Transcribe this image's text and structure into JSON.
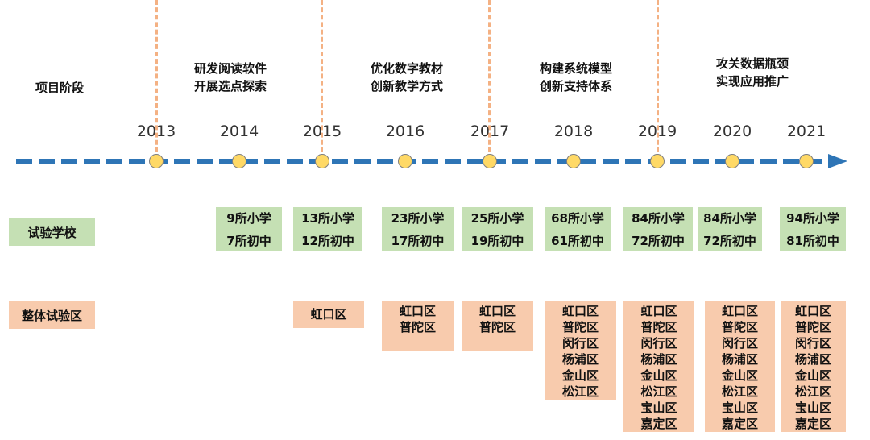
{
  "row_labels": {
    "phase": "项目阶段",
    "schools": "试验学校",
    "zones": "整体试验区"
  },
  "phases": [
    {
      "line1": "研发阅读软件",
      "line2": "开展选点探索"
    },
    {
      "line1": "优化数字教材",
      "line2": "创新教学方式"
    },
    {
      "line1": "构建系统模型",
      "line2": "创新支持体系"
    },
    {
      "line1": "攻关数据瓶颈",
      "line2": "实现应用推广"
    }
  ],
  "years": [
    "2013",
    "2014",
    "2015",
    "2016",
    "2017",
    "2018",
    "2019",
    "2020",
    "2021"
  ],
  "schools": [
    {
      "year": "2014",
      "primary": "9所小学",
      "middle": "7所初中"
    },
    {
      "year": "2015",
      "primary": "13所小学",
      "middle": "12所初中"
    },
    {
      "year": "2016",
      "primary": "23所小学",
      "middle": "17所初中"
    },
    {
      "year": "2017",
      "primary": "25所小学",
      "middle": "19所初中"
    },
    {
      "year": "2018",
      "primary": "68所小学",
      "middle": "61所初中"
    },
    {
      "year": "2019",
      "primary": "84所小学",
      "middle": "72所初中"
    },
    {
      "year": "2020",
      "primary": "84所小学",
      "middle": "72所初中"
    },
    {
      "year": "2021",
      "primary": "94所小学",
      "middle": "81所初中"
    }
  ],
  "zones": [
    {
      "year": "2015",
      "districts": [
        "虹口区"
      ]
    },
    {
      "year": "2016",
      "districts": [
        "虹口区",
        "普陀区"
      ]
    },
    {
      "year": "2017",
      "districts": [
        "虹口区",
        "普陀区"
      ]
    },
    {
      "year": "2018",
      "districts": [
        "虹口区",
        "普陀区",
        "闵行区",
        "杨浦区",
        "金山区",
        "松江区"
      ]
    },
    {
      "year": "2019",
      "districts": [
        "虹口区",
        "普陀区",
        "闵行区",
        "杨浦区",
        "金山区",
        "松江区",
        "宝山区",
        "嘉定区"
      ]
    },
    {
      "year": "2020",
      "districts": [
        "虹口区",
        "普陀区",
        "闵行区",
        "杨浦区",
        "金山区",
        "松江区",
        "宝山区",
        "嘉定区"
      ]
    },
    {
      "year": "2021",
      "districts": [
        "虹口区",
        "普陀区",
        "闵行区",
        "杨浦区",
        "金山区",
        "松江区",
        "宝山区",
        "嘉定区"
      ]
    }
  ],
  "colors": {
    "timeline": "#2e75b6",
    "dot": "#ffd966",
    "divider": "#f4b183",
    "school_box": "#c5e0b4",
    "zone_box": "#f8cbad"
  }
}
